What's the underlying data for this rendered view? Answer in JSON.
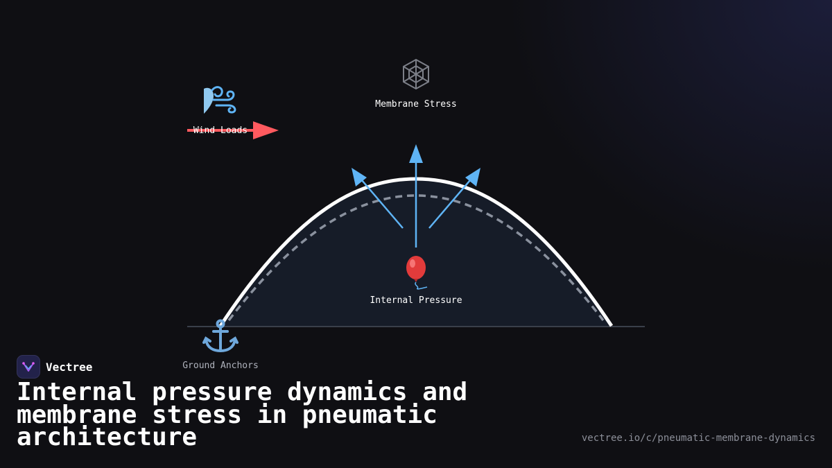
{
  "diagram": {
    "membrane_label": "Membrane Stress",
    "wind_label": "Wind Loads",
    "pressure_label": "Internal Pressure",
    "anchor_label": "Ground Anchors",
    "icons": {
      "membrane": "spider-web-icon",
      "wind": "wind-icon",
      "pressure": "balloon-icon",
      "anchor": "anchor-icon"
    },
    "colors": {
      "wind_arrow": "#ff5a5f",
      "pressure_arrows": "#5fb4f5",
      "membrane": "#ffffff",
      "dashed_membrane": "#8a919e",
      "dome_fill": "#161c28"
    }
  },
  "brand": {
    "name": "Vectree"
  },
  "title": "Internal pressure dynamics and membrane stress in pneumatic architecture",
  "url": "vectree.io/c/pneumatic-membrane-dynamics"
}
